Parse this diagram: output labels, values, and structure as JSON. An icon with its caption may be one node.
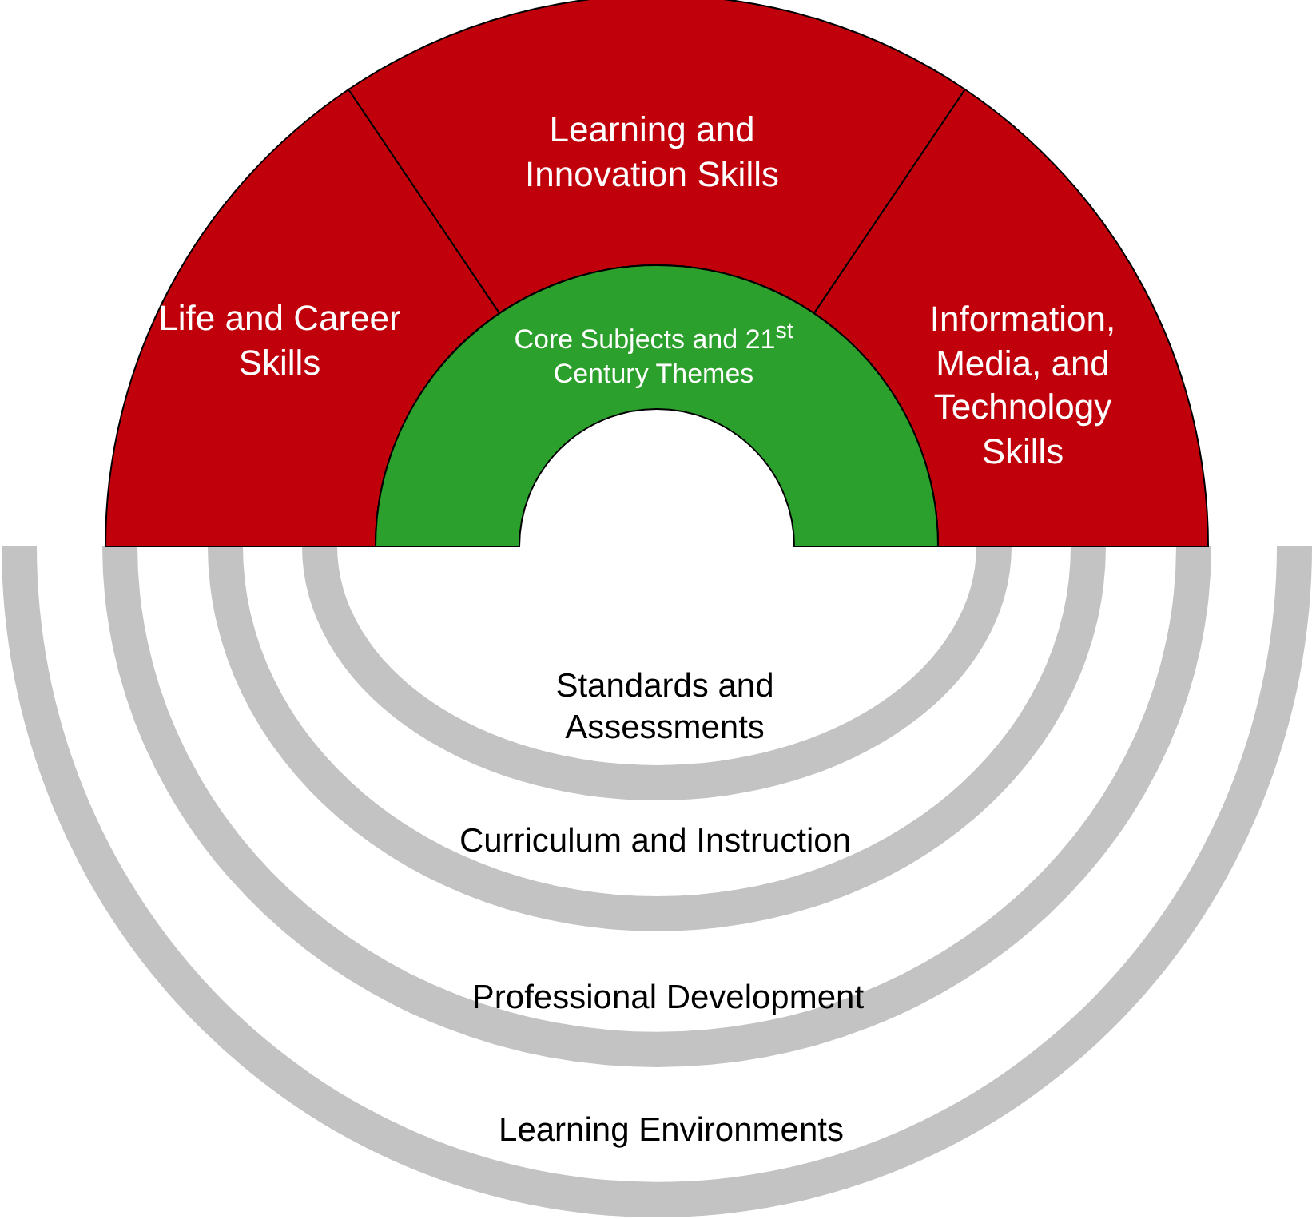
{
  "diagram": {
    "nodes": [
      {
        "text": [
          "Life and Career Skills"
        ]
      },
      {
        "text": [
          "Learning and Innovation Skills"
        ]
      },
      {
        "text": [
          "Information, Media, and Technology Skills"
        ]
      },
      {
        "text": [
          "Core Subjects and 21$^{st}$ Century Themes"
        ]
      },
      {
        "text": [
          "Standards and Assessments"
        ]
      },
      {
        "text": [
          "Curriculum and Instruction"
        ]
      },
      {
        "text": [
          "Professional Development"
        ]
      },
      {
        "text": [
          "Learning Environments"
        ]
      }
    ],
    "edges": []
  }
}
